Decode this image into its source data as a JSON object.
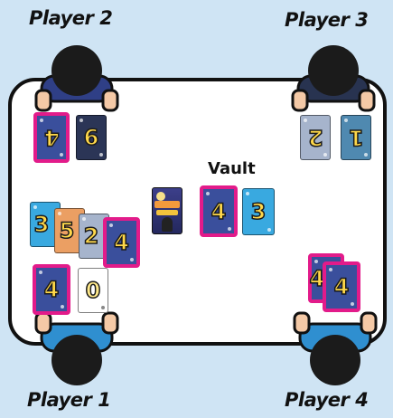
{
  "players": {
    "p1": "Player 1",
    "p2": "Player 2",
    "p3": "Player 3",
    "p4": "Player 4"
  },
  "vault": {
    "label": "Vault",
    "cards": [
      "4",
      "3"
    ]
  },
  "hands": {
    "p2": [
      "4",
      "6"
    ],
    "p3": [
      "2",
      "1"
    ],
    "p1_fan": [
      "3",
      "5",
      "2",
      "4"
    ],
    "p1_front": [
      "4",
      "0"
    ],
    "p4": [
      "4",
      "4"
    ]
  },
  "colors": {
    "highlight": "#e21b8a",
    "table": "#ffffff",
    "background": "#cfe4f4",
    "shirt_navy": "#2f3f86",
    "shirt_dark": "#283350",
    "shirt_sky": "#2f8fd0"
  }
}
